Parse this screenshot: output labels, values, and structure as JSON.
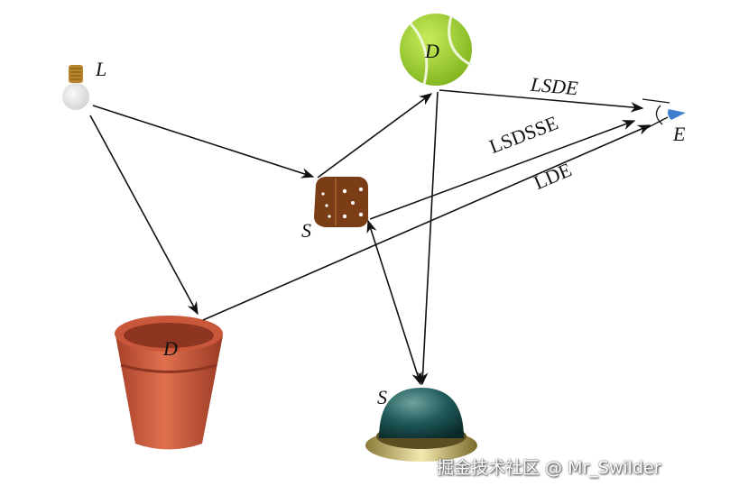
{
  "objects": {
    "light": {
      "label": "L",
      "icon": "light-bulb-icon"
    },
    "tennis_ball": {
      "label": "D",
      "color": "#9ccf2a"
    },
    "dice": {
      "label": "S",
      "color": "#7a3d16"
    },
    "eye": {
      "label": "E",
      "color": "#3f7fcf"
    },
    "flower_pot": {
      "label": "D",
      "color": "#c9573a"
    },
    "knob": {
      "label": "S",
      "color": "#1f5a5a"
    }
  },
  "paths": {
    "lsde": "LSDE",
    "lsdsse": "LSDSSE",
    "lde": "LDE"
  },
  "watermark": "掘金技术社区 @ Mr_Swilder"
}
